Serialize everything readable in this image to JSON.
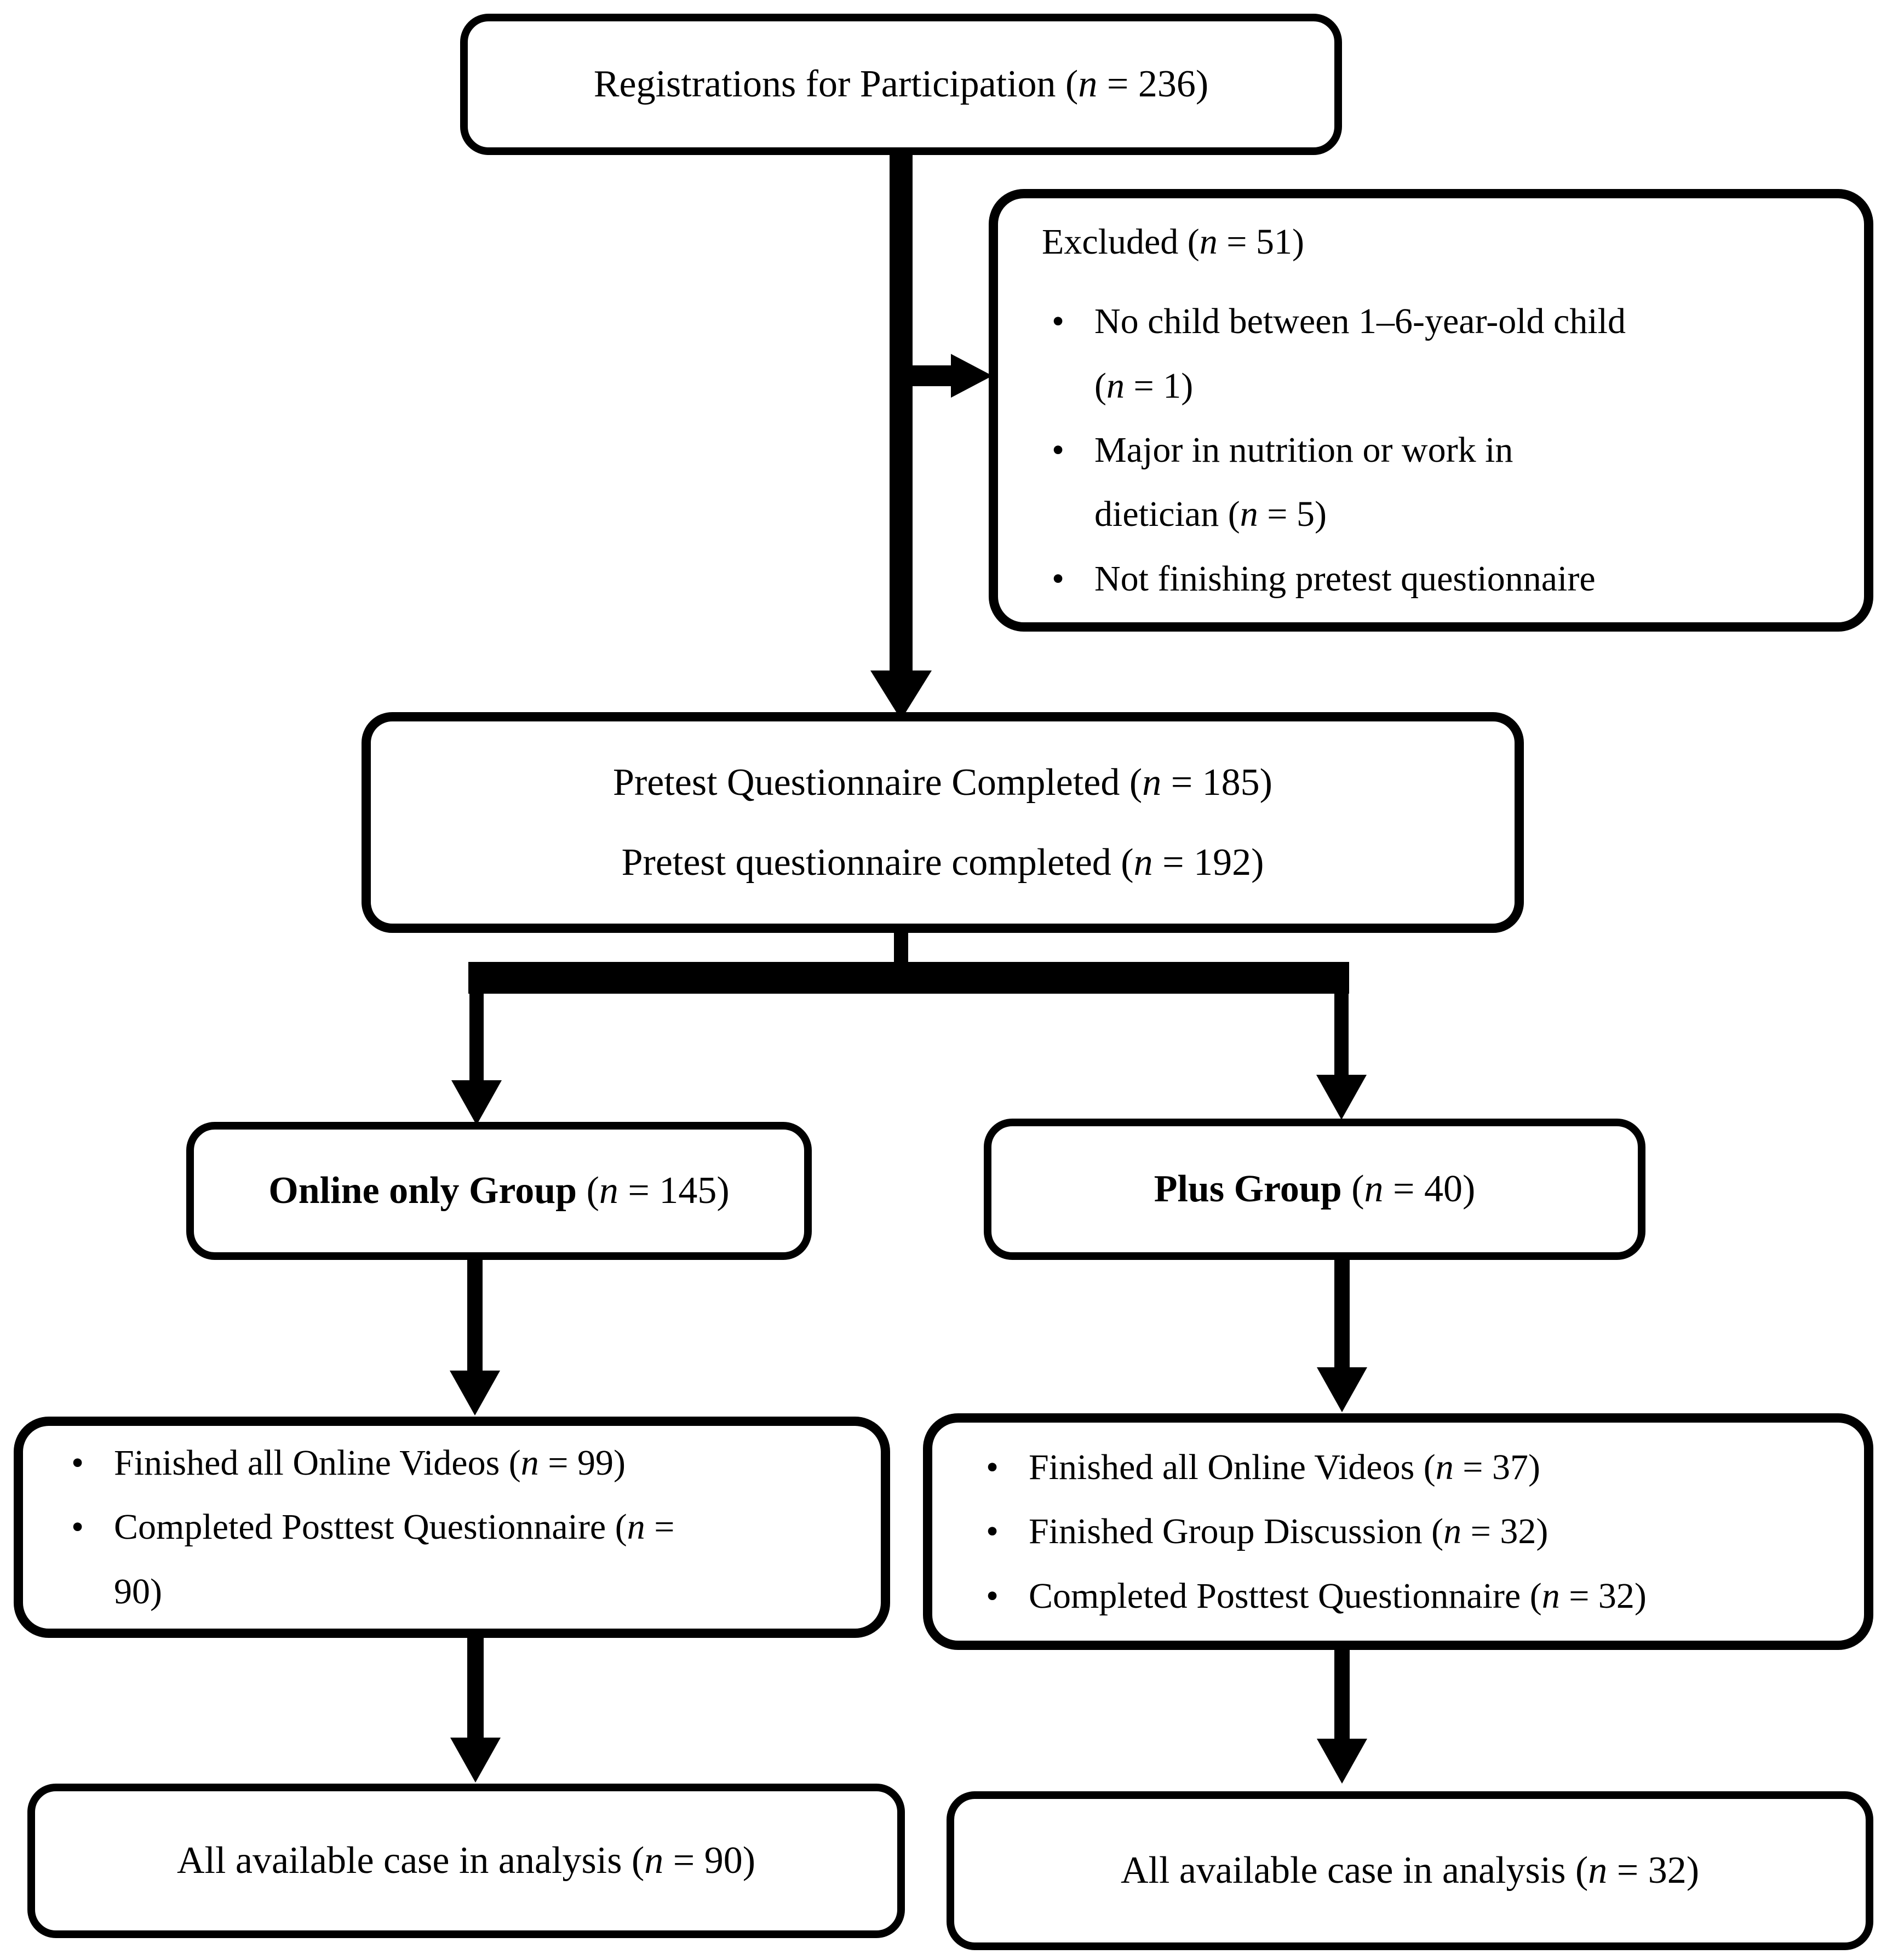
{
  "flowchart": {
    "registration": {
      "pre": "Registrations for Participation (",
      "n": "n",
      "post": " = 236)"
    },
    "excluded": {
      "title": {
        "pre": "Excluded (",
        "n": "n",
        "post": " = 51)"
      },
      "bullets": [
        {
          "pre": "No child between 1–6-year-old child\n(",
          "n": "n",
          "post": " = 1)"
        },
        {
          "pre": "Major in nutrition or work in\ndietician (",
          "n": "n",
          "post": " = 5)"
        },
        {
          "pre": "Not finishing pretest questionnaire",
          "n": "",
          "post": ""
        }
      ]
    },
    "pretest": {
      "line1": {
        "pre": "Pretest Questionnaire Completed (",
        "n": "n",
        "post": " = 185)"
      },
      "line2": {
        "pre": "Pretest questionnaire completed (",
        "n": "n",
        "post": " = 192)"
      }
    },
    "online_group": {
      "bold": "Online only Group",
      "pre": " (",
      "n": "n",
      "post": " = 145)"
    },
    "plus_group": {
      "bold": "Plus Group",
      "pre": " (",
      "n": "n",
      "post": " = 40)"
    },
    "online_outcomes": {
      "bullets": [
        {
          "pre": "Finished all Online Videos (",
          "n": "n",
          "post": " = 99)"
        },
        {
          "pre": "Completed Posttest Questionnaire (",
          "n": "n",
          "post": " =\n90)"
        }
      ]
    },
    "plus_outcomes": {
      "bullets": [
        {
          "pre": "Finished all Online Videos (",
          "n": "n",
          "post": " = 37)"
        },
        {
          "pre": "Finished Group Discussion (",
          "n": "n",
          "post": " = 32)"
        },
        {
          "pre": "Completed Posttest Questionnaire (",
          "n": "n",
          "post": " = 32)"
        }
      ]
    },
    "online_analysis": {
      "pre": "All available case in analysis (",
      "n": "n",
      "post": " = 90)"
    },
    "plus_analysis": {
      "pre": "All available case in analysis (",
      "n": "n",
      "post": " = 32)"
    },
    "colors": {
      "line": "#000000",
      "background": "#ffffff",
      "text": "#000000"
    }
  }
}
